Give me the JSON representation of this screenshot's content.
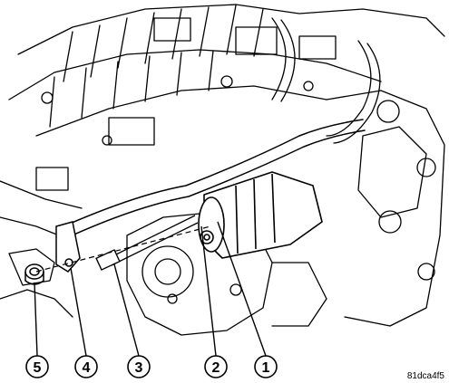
{
  "figure": {
    "reference_code": "81dca4f5"
  },
  "callouts": [
    {
      "number": "1"
    },
    {
      "number": "2"
    },
    {
      "number": "3"
    },
    {
      "number": "4"
    },
    {
      "number": "5"
    }
  ],
  "colors": {
    "line": "#000000",
    "background": "#ffffff"
  }
}
